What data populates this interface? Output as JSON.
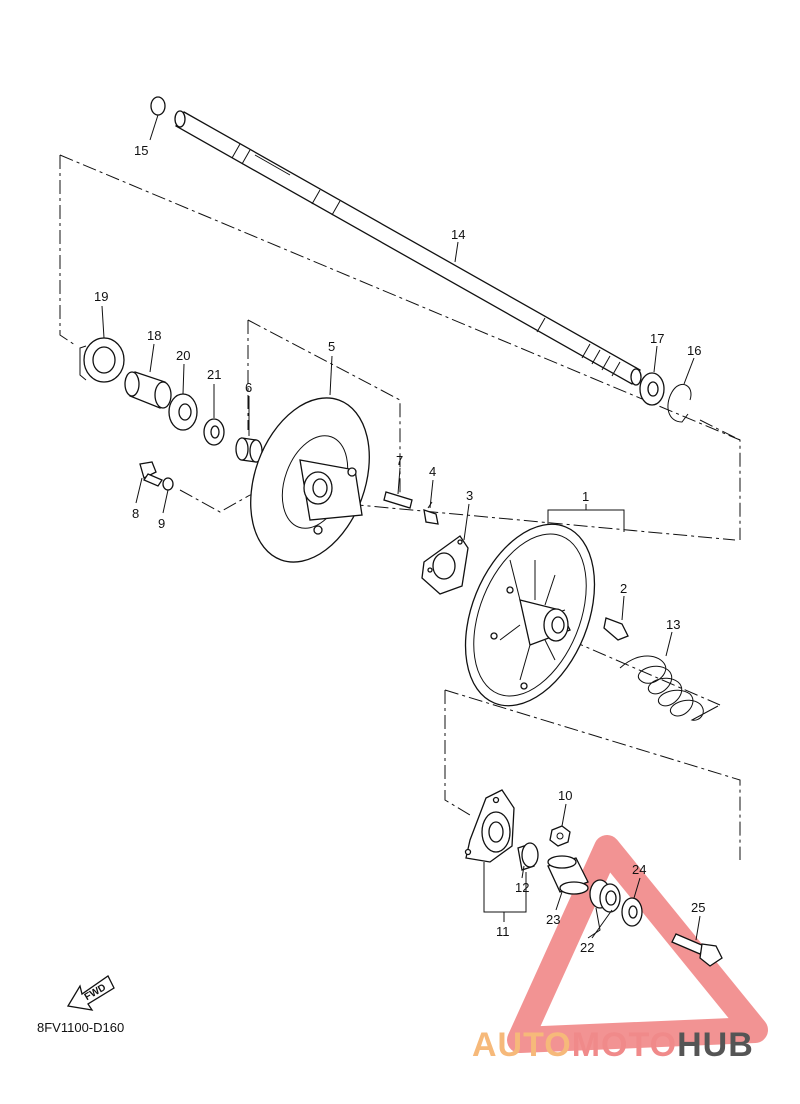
{
  "diagram_code": "8FV1100-D160",
  "fwd_label": "FWD",
  "watermark": {
    "text_auto": "AUTO",
    "text_moto": "MOTO",
    "text_hub": "HUB",
    "color_auto": "#f6b97a",
    "color_moto": "#f08a8a",
    "color_hub": "#555555",
    "triangle_color": "#f08080"
  },
  "callouts": {
    "c1": "1",
    "c2": "2",
    "c3": "3",
    "c4": "4",
    "c5": "5",
    "c6": "6",
    "c7": "7",
    "c8": "8",
    "c9": "9",
    "c10": "10",
    "c11": "11",
    "c12": "12",
    "c13": "13",
    "c14": "14",
    "c15": "15",
    "c16": "16",
    "c17": "17",
    "c18": "18",
    "c19": "19",
    "c20": "20",
    "c21": "21",
    "c22": "22",
    "c23": "23",
    "c24": "24",
    "c25": "25"
  }
}
